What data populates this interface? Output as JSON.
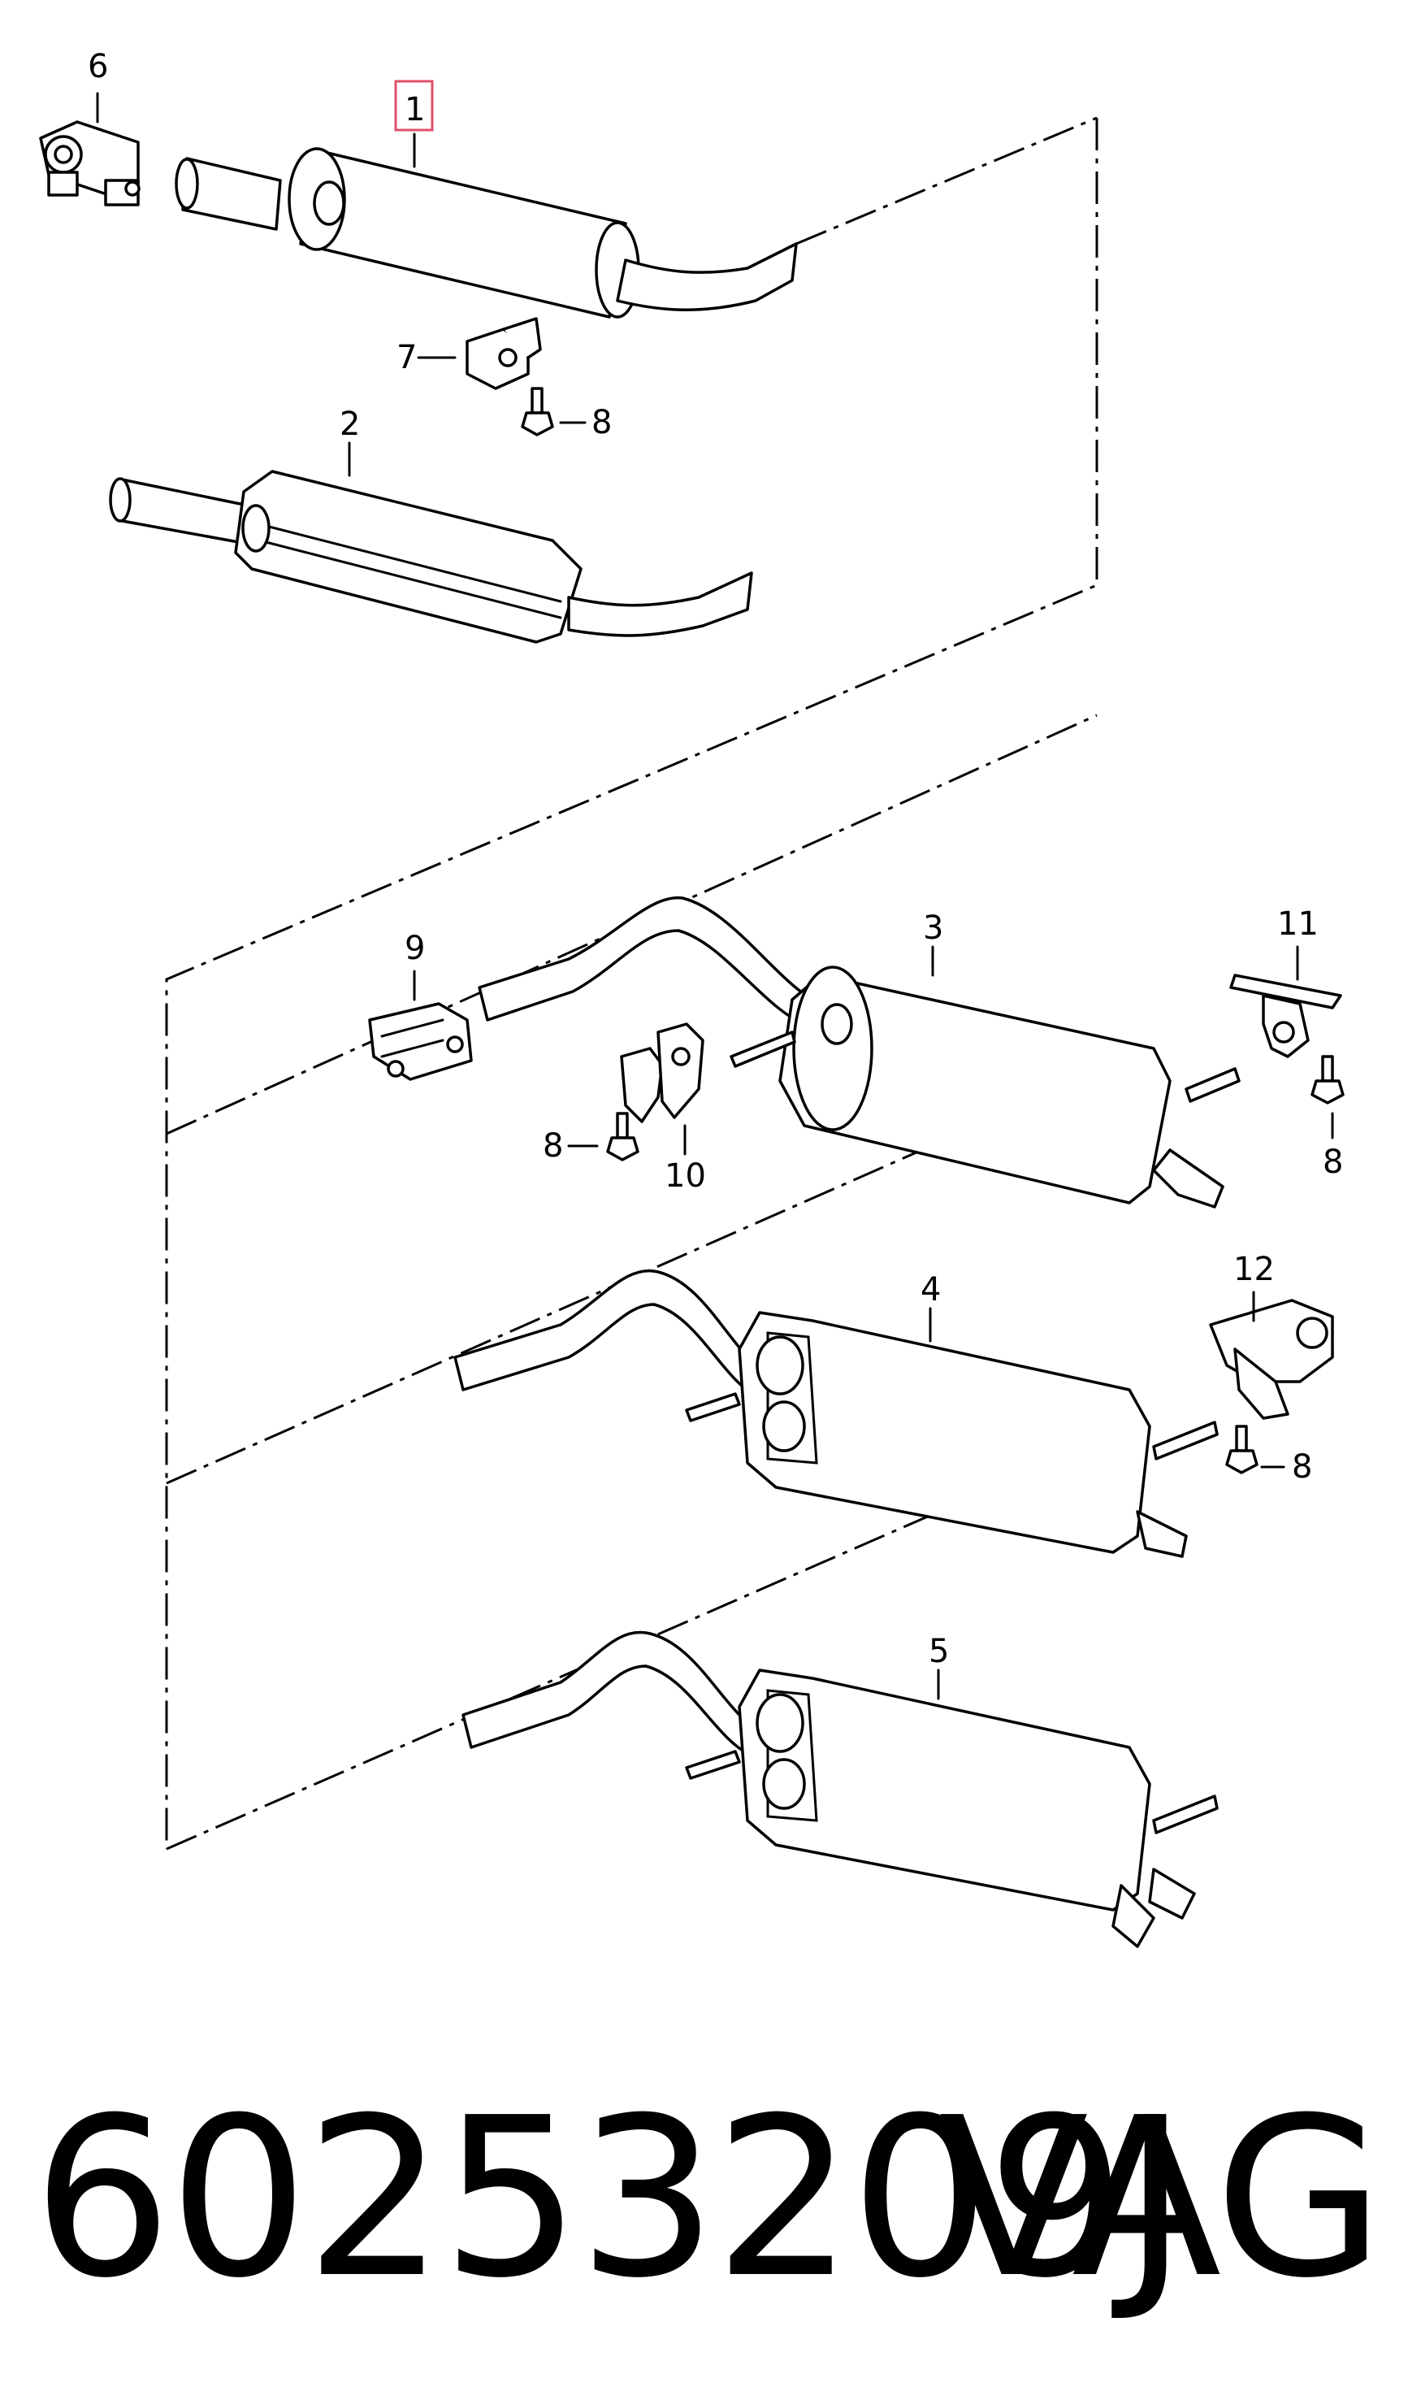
{
  "diagram": {
    "labels": {
      "p1": "1",
      "p2": "2",
      "p3": "3",
      "p4": "4",
      "p5": "5",
      "p6": "6",
      "p7": "7",
      "p8a": "8",
      "p8b": "8",
      "p8c": "8",
      "p8d": "8",
      "p9": "9",
      "p10": "10",
      "p11": "11",
      "p12": "12"
    },
    "highlight_color": "#e0506a"
  },
  "caption": {
    "code": "60253209J",
    "brand": "VAG"
  }
}
